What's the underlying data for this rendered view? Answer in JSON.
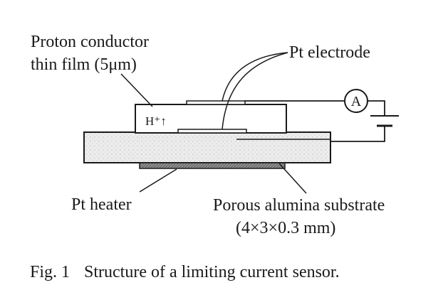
{
  "diagram": {
    "labels": {
      "proton_conductor_line1": "Proton conductor",
      "proton_conductor_line2": "thin film (5μm)",
      "pt_electrode": "Pt electrode",
      "ammeter_symbol": "A",
      "proton_symbol": "H⁺↑",
      "pt_heater": "Pt heater",
      "substrate_line1": "Porous alumina substrate",
      "substrate_line2": "(4×3×0.3 mm)"
    },
    "caption": {
      "number": "Fig. 1",
      "text": "Structure of a limiting current sensor."
    },
    "colors": {
      "ink": "#1a1a1a",
      "substrate_fill": "#e9e9e9",
      "heater_fill": "#9a9a9a",
      "background": "#ffffff"
    }
  }
}
